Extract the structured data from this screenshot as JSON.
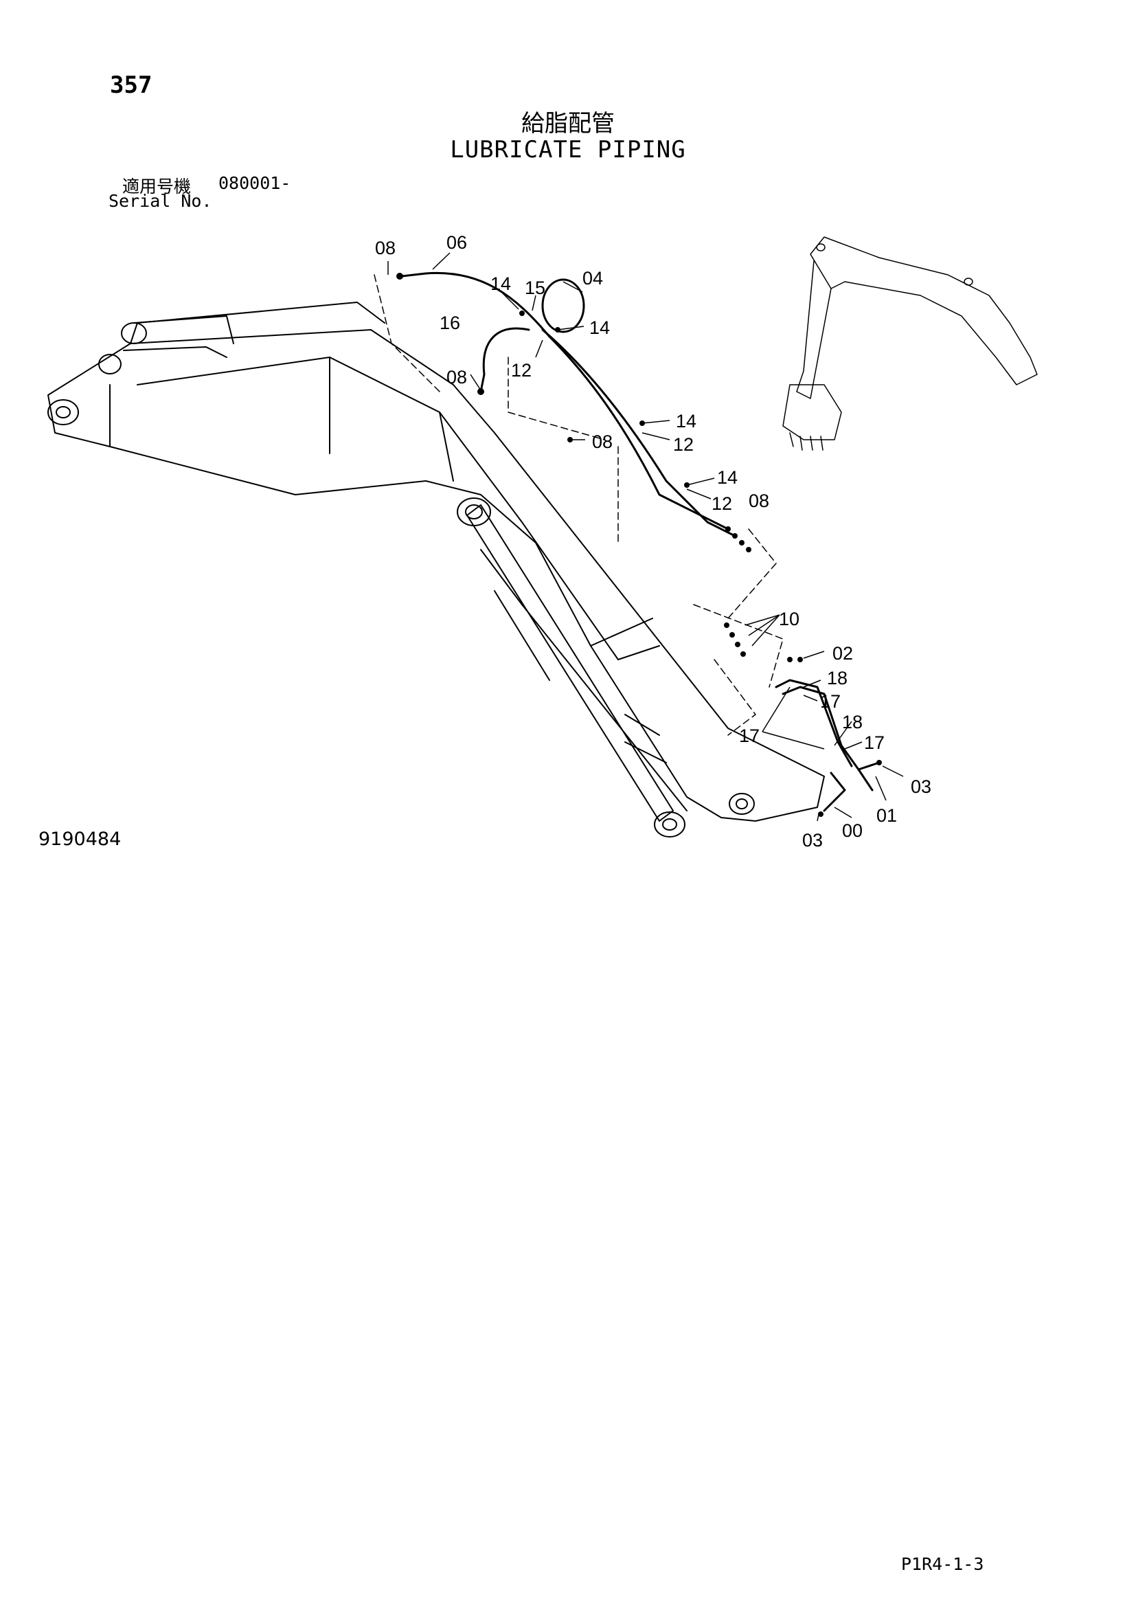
{
  "page_number": "357",
  "title_jp": "給脂配管",
  "title_en": "LUBRICATE PIPING",
  "serial": {
    "label_jp": "適用号機",
    "label_en": "Serial No.",
    "value": "080001-"
  },
  "figure_number": "9190484",
  "page_ref": "P1R4-1-3",
  "callouts": {
    "c08a": "08",
    "c06": "06",
    "c14a": "14",
    "c15": "15",
    "c04": "04",
    "c16": "16",
    "c14b": "14",
    "c12a": "12",
    "c08b": "08",
    "c08c": "08",
    "c14c": "14",
    "c12b": "12",
    "c14d": "14",
    "c12c": "12",
    "c08d": "08",
    "c10": "10",
    "c02": "02",
    "c18a": "18",
    "c17a": "17",
    "c18b": "18",
    "c17b": "17",
    "c17c": "17",
    "c03a": "03",
    "c01": "01",
    "c00": "00",
    "c03b": "03"
  }
}
